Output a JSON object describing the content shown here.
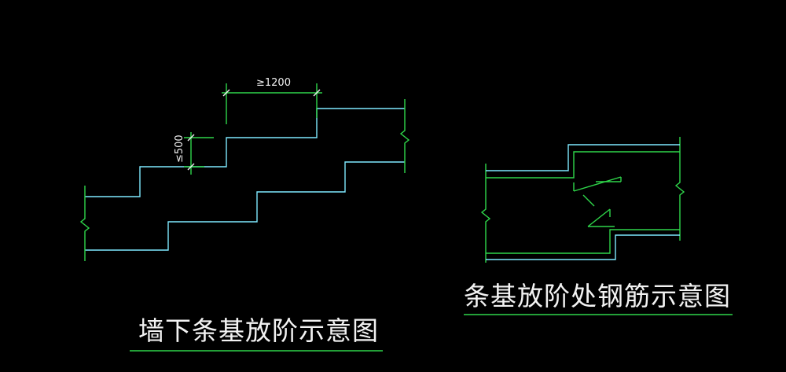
{
  "left_drawing": {
    "title": "墙下条基放阶示意图",
    "dim_width": "≥1200",
    "dim_height": "≤500"
  },
  "right_drawing": {
    "title": "条基放阶处钢筋示意图"
  },
  "colors": {
    "foundation_line": "#7fe9ff",
    "dimension_line": "#2fd64a",
    "break_line": "#f2f2f2",
    "background": "#000000"
  }
}
